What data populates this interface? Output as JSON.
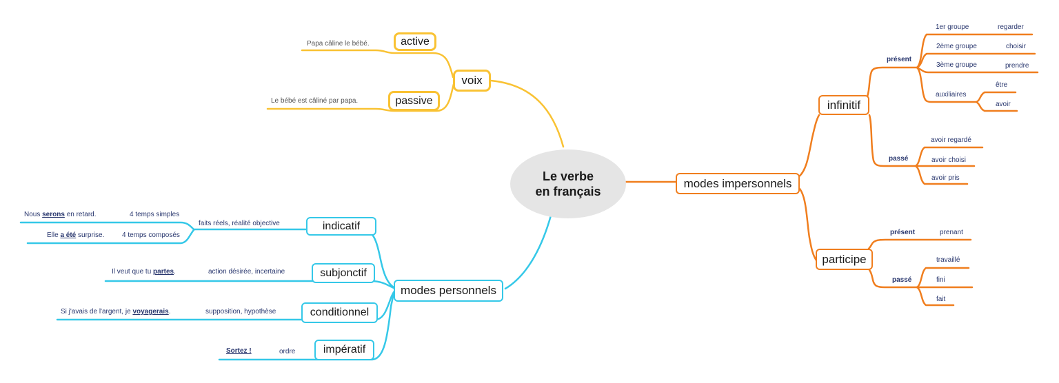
{
  "center": {
    "line1": "Le verbe",
    "line2": "en français"
  },
  "colors": {
    "yellow": "#F9C233",
    "cyan": "#35C8E8",
    "orange": "#F07E1E",
    "navy_text": "#29376E",
    "center_fill": "#E5E5E5"
  },
  "voix": {
    "label": "voix",
    "active": {
      "label": "active",
      "example": "Papa câline le bébé."
    },
    "passive": {
      "label": "passive",
      "example": "Le bébé est câliné par papa."
    }
  },
  "personnels": {
    "label": "modes personnels",
    "indicatif": {
      "label": "indicatif",
      "note": "faits réels, réalité objective",
      "ex1": {
        "pre": "Nous ",
        "verb": "serons",
        "post": " en retard.",
        "tag": "4 temps simples"
      },
      "ex2": {
        "pre": "Elle ",
        "verb": "a été",
        "post": " surprise.",
        "tag": "4 temps composés"
      }
    },
    "subjonctif": {
      "label": "subjonctif",
      "note": "action désirée, incertaine",
      "ex": {
        "pre": "Il veut que tu ",
        "verb": "partes",
        "post": "."
      }
    },
    "conditionnel": {
      "label": "conditionnel",
      "note": "supposition, hypothèse",
      "ex": {
        "pre": "Si j'avais de l'argent, je ",
        "verb": "voyagerais",
        "post": "."
      }
    },
    "imperatif": {
      "label": "impératif",
      "note": "ordre",
      "ex": {
        "pre": "",
        "verb": "Sortez !",
        "post": ""
      }
    }
  },
  "impersonnels": {
    "label": "modes impersonnels",
    "infinitif": {
      "label": "infinitif",
      "present": {
        "label": "présent",
        "g1": "1er groupe",
        "v1": "regarder",
        "g2": "2ème groupe",
        "v2": "choisir",
        "g3": "3ème groupe",
        "v3": "prendre",
        "g4": "auxiliaires",
        "v4a": "être",
        "v4b": "avoir"
      },
      "passe": {
        "label": "passé",
        "f1": "avoir regardé",
        "f2": "avoir choisi",
        "f3": "avoir pris"
      }
    },
    "participe": {
      "label": "participe",
      "present": {
        "label": "présent",
        "f1": "prenant"
      },
      "passe": {
        "label": "passé",
        "f1": "travaillé",
        "f2": "fini",
        "f3": "fait"
      }
    }
  }
}
